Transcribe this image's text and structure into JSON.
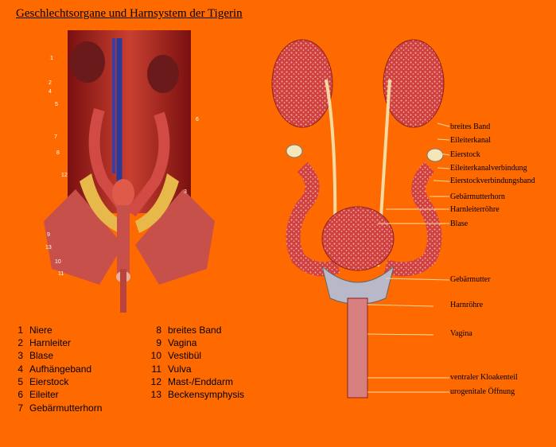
{
  "title": "Geschlechtsorgane und Harnsystem der Tigerin",
  "photo_numbers": [
    "1",
    "2",
    "4",
    "5",
    "7",
    "8",
    "12",
    "3",
    "9",
    "13",
    "10",
    "11",
    "6"
  ],
  "legend": [
    {
      "n": "1",
      "text": "Niere"
    },
    {
      "n": "2",
      "text": "Harnleiter"
    },
    {
      "n": "3",
      "text": "Blase"
    },
    {
      "n": "4",
      "text": "Aufhängeband"
    },
    {
      "n": "5",
      "text": "Eierstock"
    },
    {
      "n": "6",
      "text": "Eileiter"
    },
    {
      "n": "7",
      "text": "Gebärmutterhorn"
    },
    {
      "n": "8",
      "text": "breites Band"
    },
    {
      "n": "9",
      "text": "Vagina"
    },
    {
      "n": "10",
      "text": "Vestibül"
    },
    {
      "n": "11",
      "text": "Vulva"
    },
    {
      "n": "12",
      "text": "Mast-/Enddarm"
    },
    {
      "n": "13",
      "text": "Beckensymphysis"
    }
  ],
  "diagram_labels": [
    "breites Band",
    "Eileiterkanal",
    "Eierstock",
    "Eileiterkanalverbindung",
    "Eierstockverbindungsband",
    "Gebärmutterhorn",
    "Harnleiterröhre",
    "Blase",
    "Gebärmutter",
    "Harnröhre",
    "Vagina",
    "ventraler Kloakenteil",
    "urogenitale Öffnung"
  ],
  "colors": {
    "background": "#ff6a00",
    "tissue": "#c0392b",
    "kidney": "#e06060",
    "vessel": "#2a3a9a",
    "ureter": "#f4d9a0"
  }
}
